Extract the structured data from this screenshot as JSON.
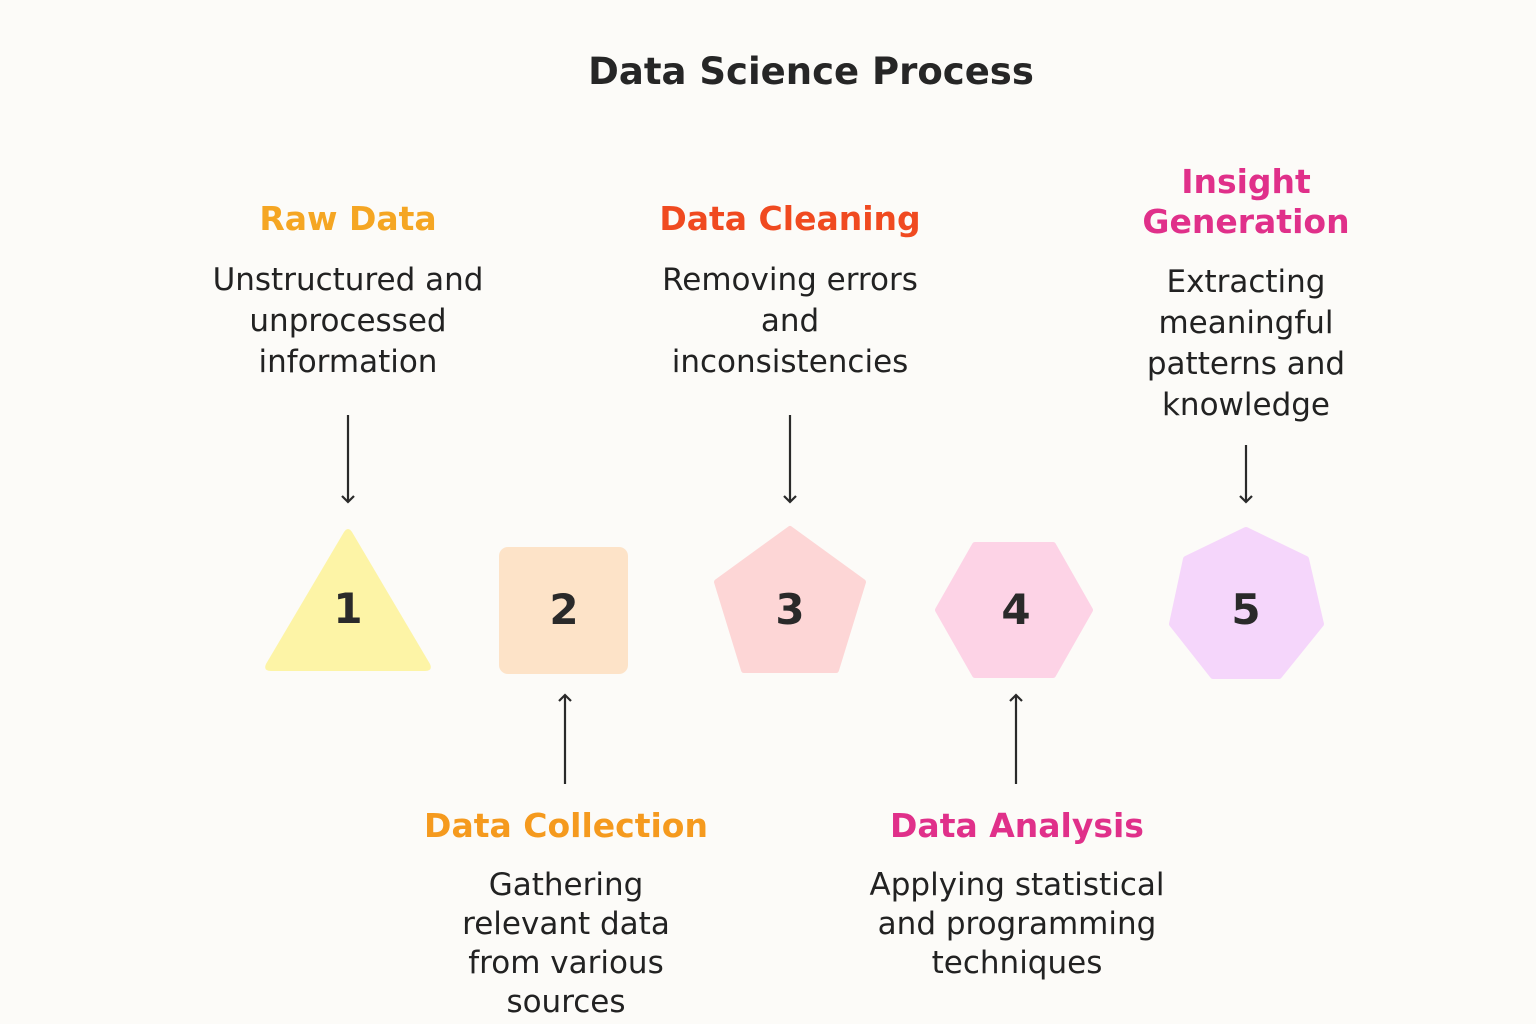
{
  "title": "Data Science Process",
  "steps": [
    {
      "number": "1",
      "heading": "Raw Data",
      "description": "Unstructured and unprocessed information",
      "shape": "triangle",
      "fill": "#fdf4a6",
      "heading_color": "#f5a623",
      "label_position": "above"
    },
    {
      "number": "2",
      "heading": "Data Collection",
      "description": "Gathering relevant data from various sources",
      "shape": "square",
      "fill": "#fde3c8",
      "heading_color": "#f59a1e",
      "label_position": "below"
    },
    {
      "number": "3",
      "heading": "Data Cleaning",
      "description": "Removing errors and inconsistencies",
      "shape": "pentagon",
      "fill": "#fdd6d6",
      "heading_color": "#f04a20",
      "label_position": "above"
    },
    {
      "number": "4",
      "heading": "Data Analysis",
      "description": "Applying statistical and programming techniques",
      "shape": "hexagon",
      "fill": "#fdd3e6",
      "heading_color": "#e0308a",
      "label_position": "below"
    },
    {
      "number": "5",
      "heading": "Insight Generation",
      "description": "Extracting meaningful patterns and knowledge",
      "shape": "heptagon",
      "fill": "#f5d6fb",
      "heading_color": "#e0308a",
      "label_position": "above"
    }
  ],
  "arrow_color": "#2a2a2a"
}
